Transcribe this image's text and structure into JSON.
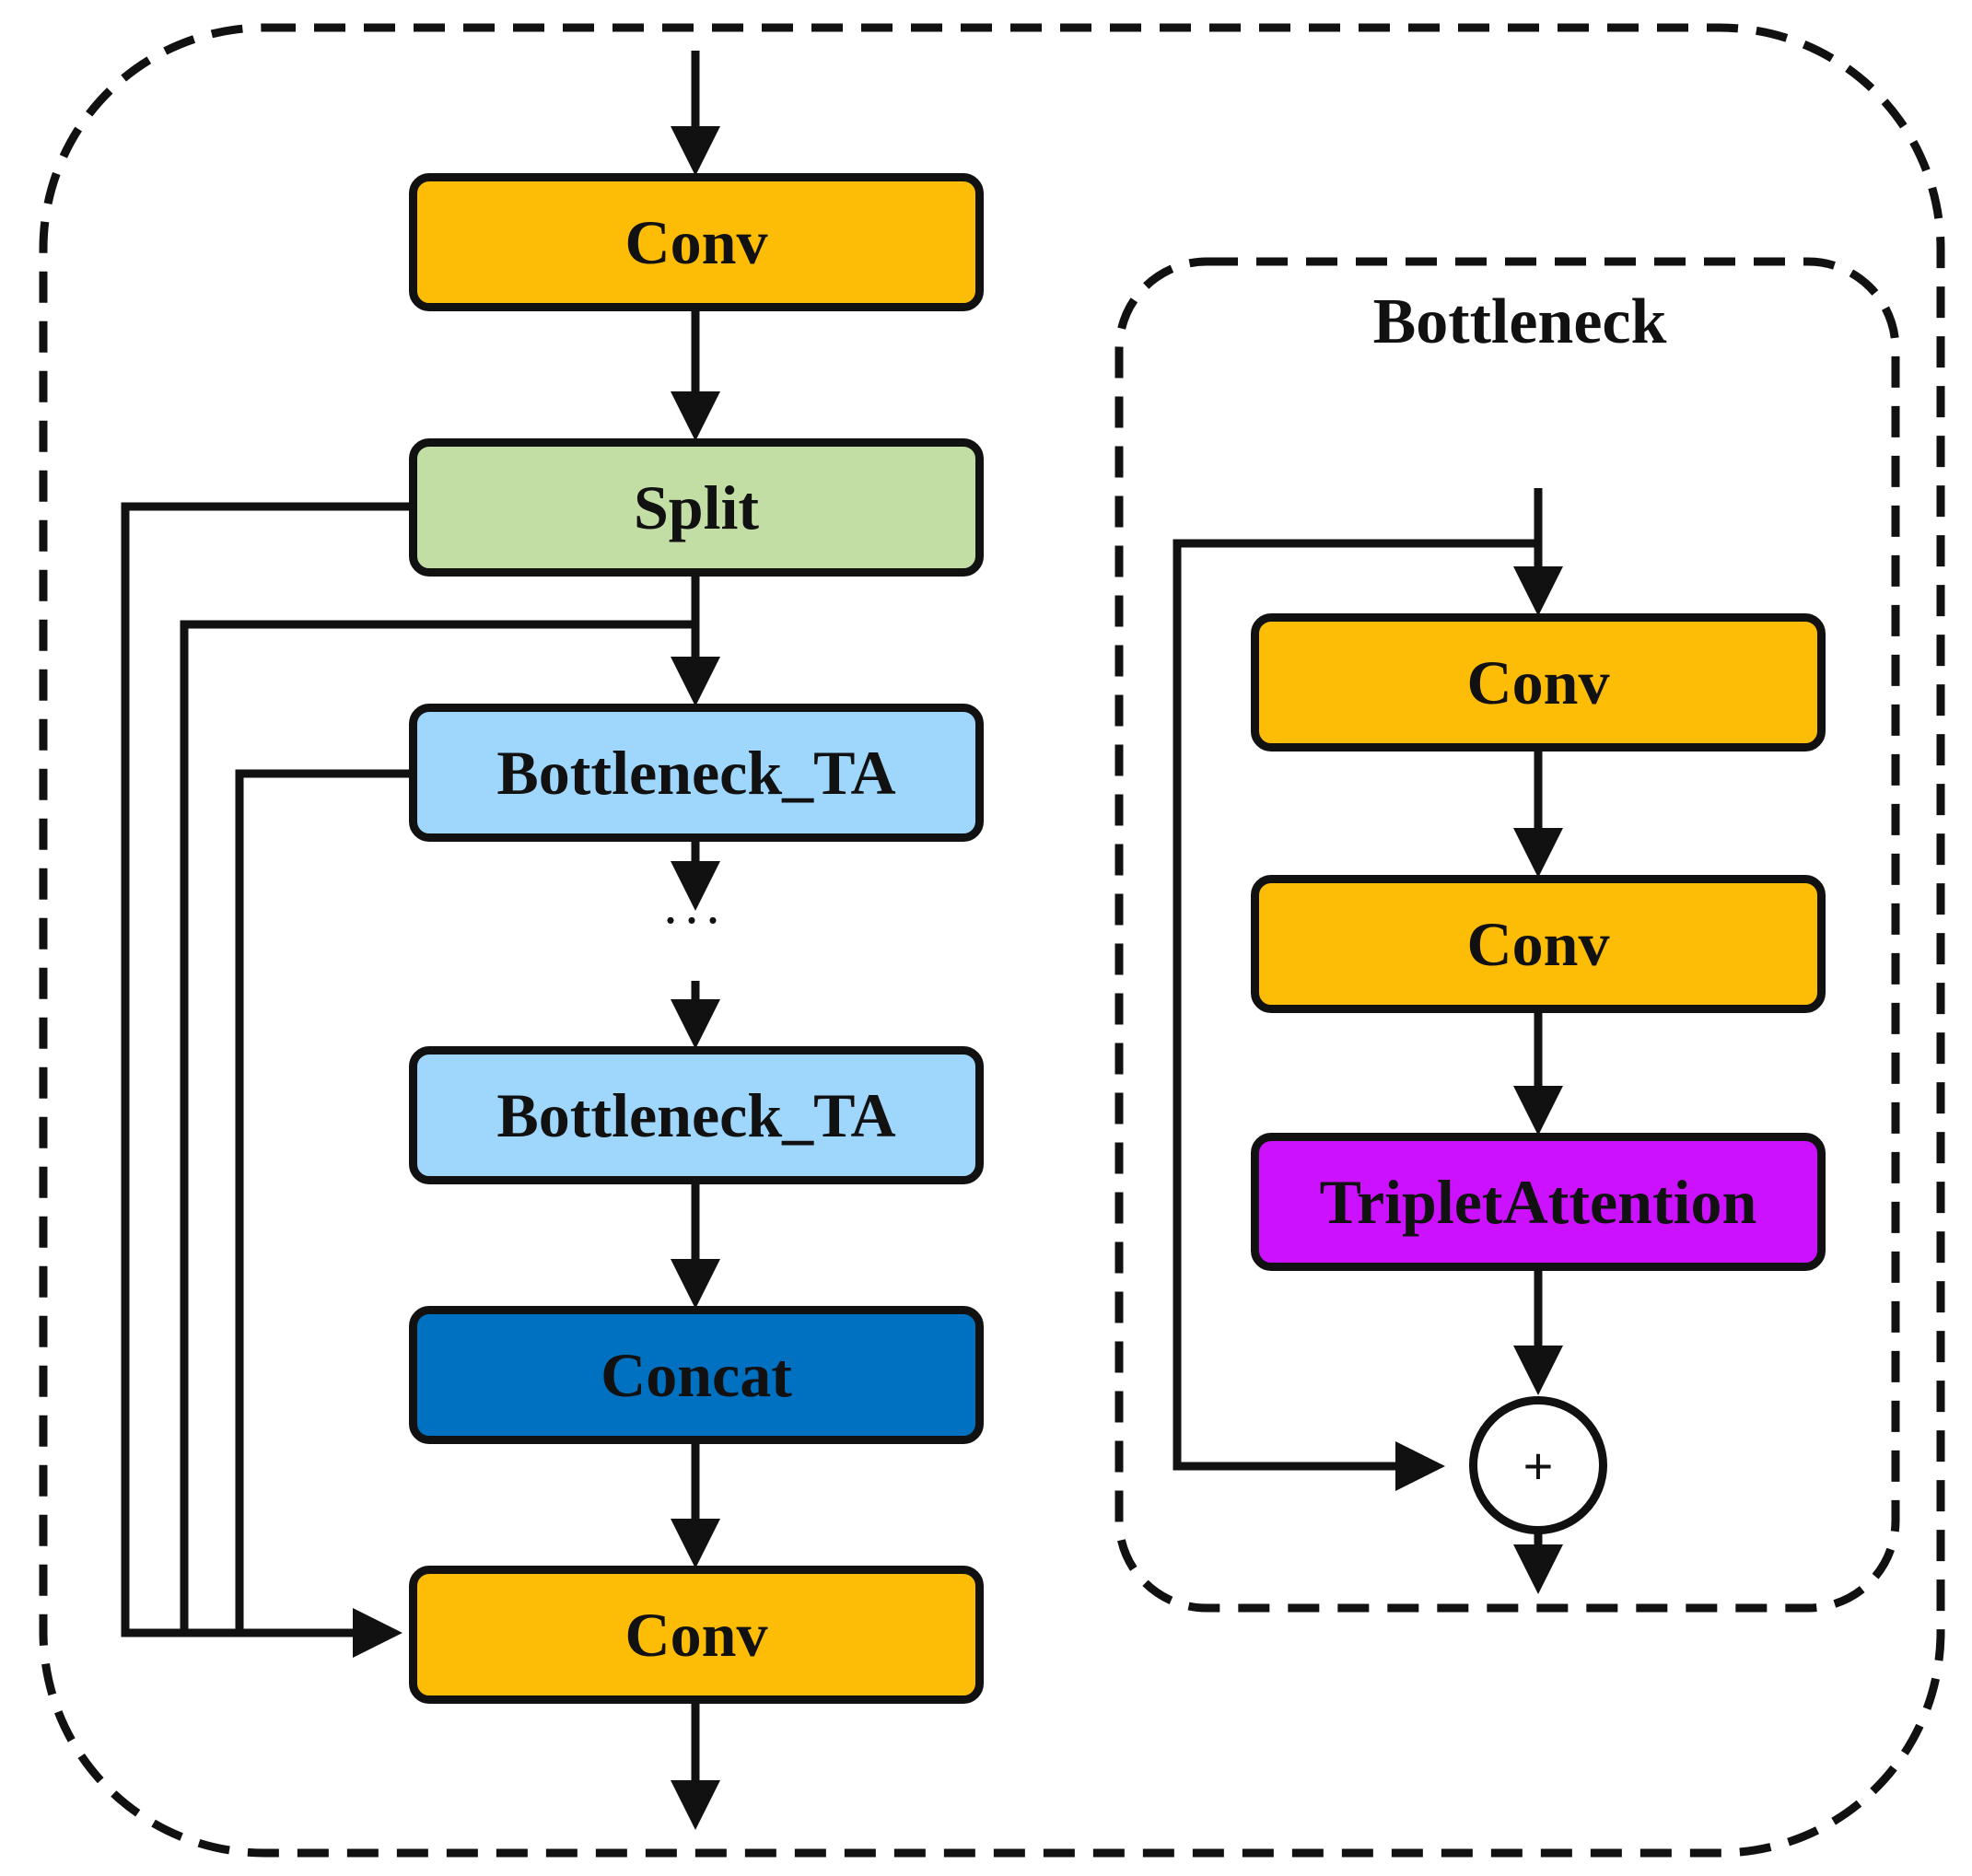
{
  "colors": {
    "conv": "#FDBC05",
    "split": "#C2DEA5",
    "bottleneck_ta": "#9FD6FB",
    "concat": "#0070C0",
    "triplet_attention": "#CC11FF",
    "line": "#111111"
  },
  "main_flow": {
    "conv_top": "Conv",
    "split": "Split",
    "bottleneck_ta_1": "Bottleneck_TA",
    "ellipsis": "...",
    "bottleneck_ta_2": "Bottleneck_TA",
    "concat": "Concat",
    "conv_bottom": "Conv"
  },
  "bottleneck_panel": {
    "title": "Bottleneck",
    "conv_1": "Conv",
    "conv_2": "Conv",
    "triplet_attention": "TripletAttention",
    "add_symbol": "+"
  }
}
